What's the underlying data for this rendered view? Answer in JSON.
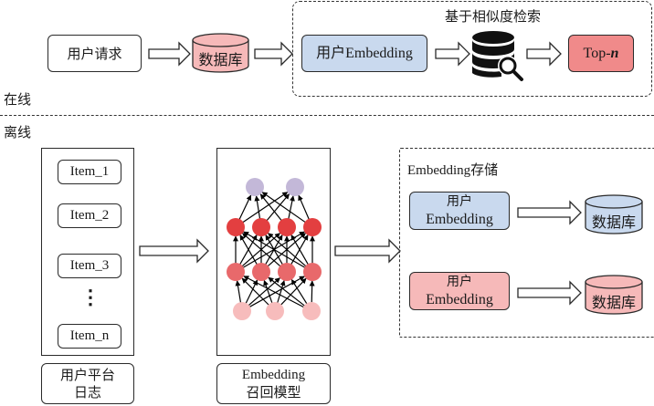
{
  "online": {
    "section_label": "在线",
    "user_request": "用户请求",
    "database": "数据库",
    "similarity_group_title": "基于相似度检索",
    "user_embedding": "用户Embedding",
    "search_icon": "database-search-icon",
    "top_n_prefix": "Top-",
    "top_n_var": "n"
  },
  "offline": {
    "section_label": "离线",
    "items": [
      "Item_1",
      "Item_2",
      "Item_3",
      "Item_n"
    ],
    "ellipsis": "⋮",
    "log_label_line1": "用户平台",
    "log_label_line2": "日志",
    "model_label_line1": "Embedding",
    "model_label_line2": "召回模型",
    "network": {
      "layers": [
        3,
        4,
        4,
        2
      ],
      "colors": [
        "#f7bcbc",
        "#e8696b",
        "#e33f40",
        "#c3b8d8"
      ]
    },
    "storage": {
      "title": "Embedding存储",
      "rows": [
        {
          "line1": "用户",
          "line2": "Embedding",
          "db": "数据库",
          "color": "#c9d9ee"
        },
        {
          "line1": "用户",
          "line2": "Embedding",
          "db": "数据库",
          "color": "#f6b9b9"
        }
      ]
    }
  }
}
